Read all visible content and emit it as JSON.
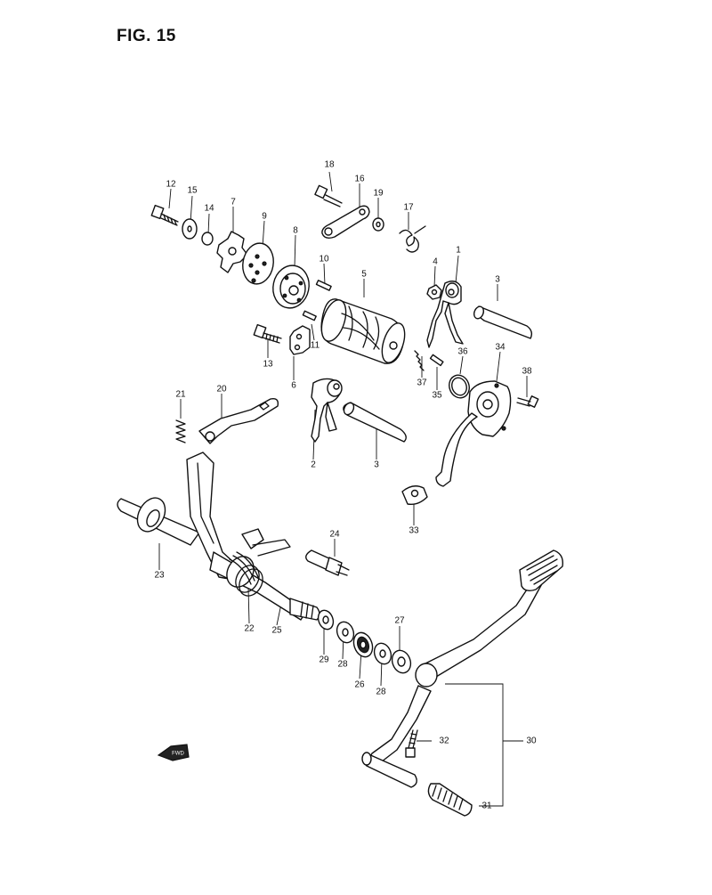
{
  "figure": {
    "title": "FIG. 15"
  },
  "callouts": {
    "p1": "1",
    "p2": "2",
    "p3a": "3",
    "p3b": "3",
    "p4": "4",
    "p5": "5",
    "p6": "6",
    "p7": "7",
    "p8": "8",
    "p9": "9",
    "p10": "10",
    "p11": "11",
    "p12": "12",
    "p13": "13",
    "p14": "14",
    "p15": "15",
    "p16": "16",
    "p17": "17",
    "p18": "18",
    "p19": "19",
    "p20": "20",
    "p21": "21",
    "p22": "22",
    "p23": "23",
    "p24": "24",
    "p25": "25",
    "p26": "26",
    "p27": "27",
    "p28a": "28",
    "p28b": "28",
    "p29": "29",
    "p30": "30",
    "p31": "31",
    "p32": "32",
    "p33": "33",
    "p34": "34",
    "p35": "35",
    "p36": "36",
    "p37": "37",
    "p38": "38"
  },
  "front_marker": {
    "label": "FWD",
    "icon": "front-direction-arrow-icon"
  }
}
